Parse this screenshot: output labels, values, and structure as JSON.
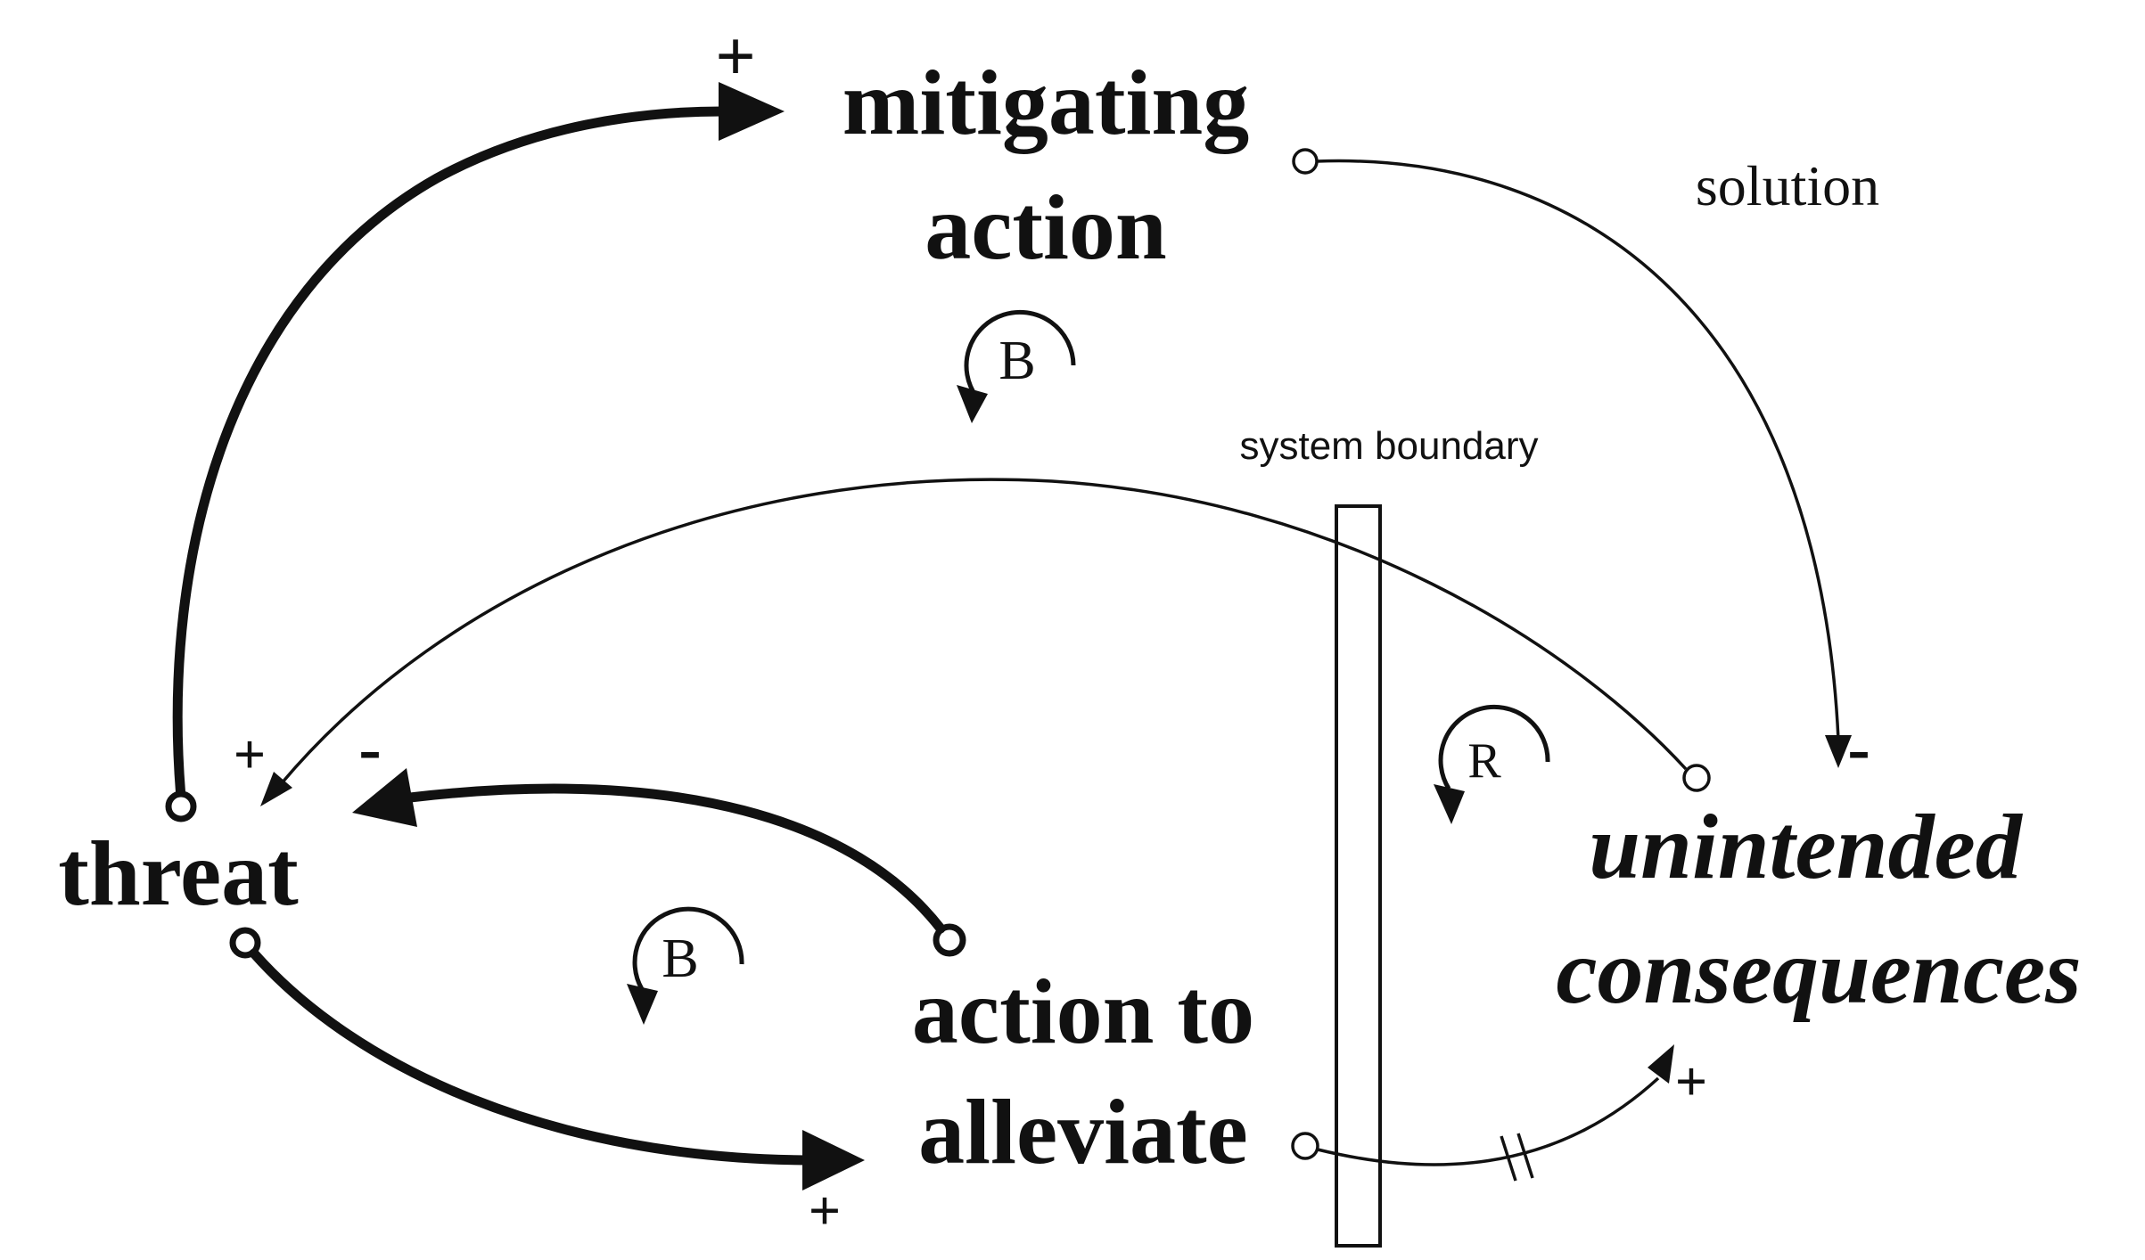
{
  "variables": {
    "mitigating_action": [
      "mitigating",
      "action"
    ],
    "threat": "threat",
    "action_to_alleviate": [
      "action to",
      "alleviate"
    ],
    "unintended_consequences": [
      "unintended",
      "consequences"
    ]
  },
  "labels": {
    "solution": "solution",
    "system_boundary": "system boundary"
  },
  "loops": {
    "balancing_top": "B",
    "balancing_bottom": "B",
    "reinforcing": "R"
  },
  "polarities": {
    "threat_to_mitigating": "+",
    "unintended_to_threat": "+",
    "alleviate_to_threat": "-",
    "mitigating_to_unintended": "-",
    "threat_to_alleviate": "+",
    "alleviate_to_unintended": "+"
  },
  "colors": {
    "ink": "#111111",
    "background": "#ffffff"
  }
}
